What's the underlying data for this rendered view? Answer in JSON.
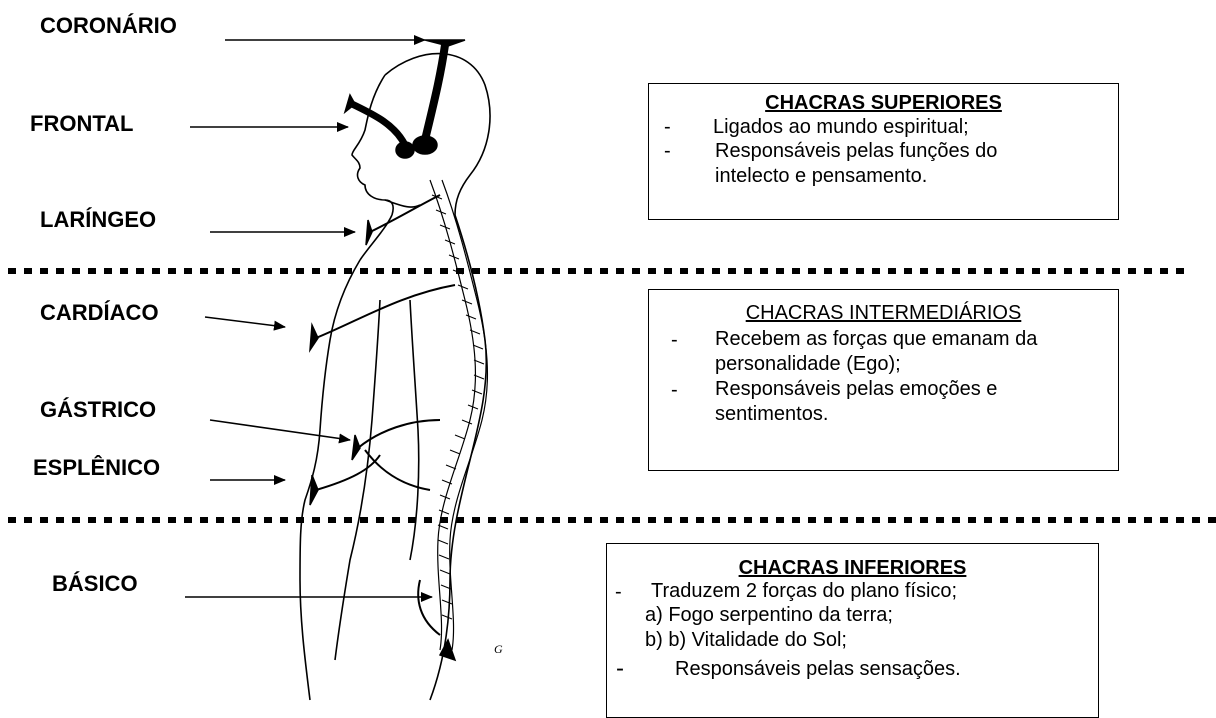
{
  "chakra_labels": {
    "coronario": "CORONÁRIO",
    "frontal": "FRONTAL",
    "laringeo": "LARÍNGEO",
    "cardiaco": "CARDÍACO",
    "gastrico": "GÁSTRICO",
    "esplenico": "ESPLÊNICO",
    "basico": "BÁSICO"
  },
  "figure_letters": {
    "g": "G"
  },
  "superiores": {
    "title": "CHACRAS SUPERIORES",
    "items": [
      "Ligados ao mundo espiritual;",
      "Responsáveis pelas funções do",
      "intelecto e pensamento."
    ]
  },
  "intermediarios": {
    "title": "CHACRAS INTERMEDIÁRIOS",
    "items": [
      "Recebem as forças que emanam da",
      "personalidade (Ego);",
      "Responsáveis pelas emoções e",
      "sentimentos."
    ]
  },
  "inferiores": {
    "title": "CHACRAS INFERIORES",
    "items": [
      "Traduzem 2 forças do plano físico;",
      "a)   Fogo serpentino da terra;",
      "b)   b) Vitalidade do Sol;",
      "Responsáveis pelas sensações."
    ]
  },
  "bullet": "-"
}
